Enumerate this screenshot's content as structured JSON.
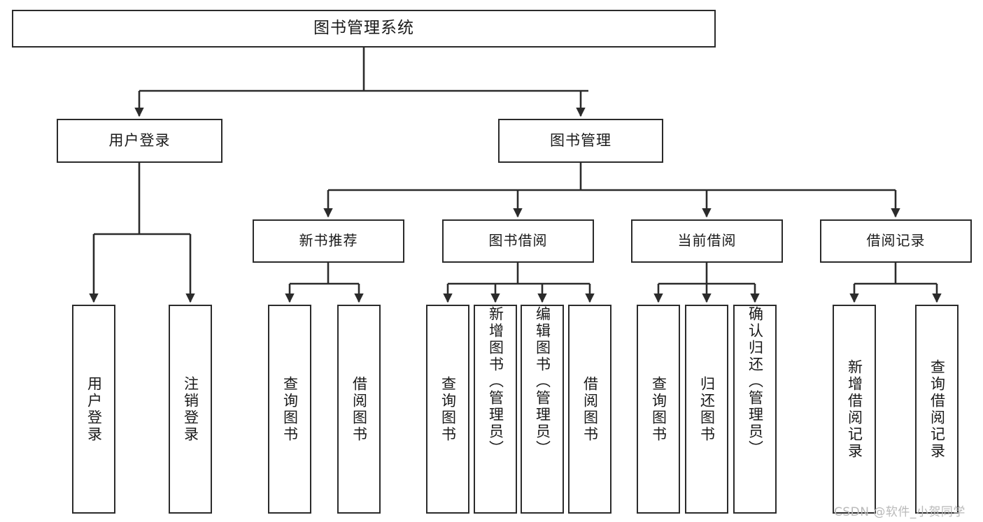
{
  "diagram": {
    "title_node": {
      "label": "图书管理系统"
    },
    "level2": [
      {
        "id": "user-login",
        "label": "用户登录"
      },
      {
        "id": "book-management",
        "label": "图书管理"
      }
    ],
    "level3": [
      {
        "id": "new-book-recommend",
        "label": "新书推荐"
      },
      {
        "id": "book-borrow",
        "label": "图书借阅"
      },
      {
        "id": "current-borrow",
        "label": "当前借阅"
      },
      {
        "id": "borrow-record",
        "label": "借阅记录"
      }
    ],
    "leaves": [
      {
        "id": "leaf-user-login",
        "label": "用户登录",
        "parent": "user-login"
      },
      {
        "id": "leaf-logout-login",
        "label": "注销登录",
        "parent": "user-login"
      },
      {
        "id": "leaf-query-book-1",
        "label": "查询图书",
        "parent": "new-book-recommend"
      },
      {
        "id": "leaf-borrow-book-1",
        "label": "借阅图书",
        "parent": "new-book-recommend"
      },
      {
        "id": "leaf-query-book-2",
        "label": "查询图书",
        "parent": "book-borrow"
      },
      {
        "id": "leaf-add-book",
        "label": "新增图书（管理员）",
        "parent": "book-borrow"
      },
      {
        "id": "leaf-edit-book",
        "label": "编辑图书（管理员）",
        "parent": "book-borrow"
      },
      {
        "id": "leaf-borrow-book-2",
        "label": "借阅图书",
        "parent": "book-borrow"
      },
      {
        "id": "leaf-query-book-3",
        "label": "查询图书",
        "parent": "current-borrow"
      },
      {
        "id": "leaf-return-book",
        "label": "归还图书",
        "parent": "current-borrow"
      },
      {
        "id": "leaf-confirm-return",
        "label": "确认归还（管理员）",
        "parent": "current-borrow"
      },
      {
        "id": "leaf-add-record",
        "label": "新增借阅记录",
        "parent": "borrow-record"
      },
      {
        "id": "leaf-query-record",
        "label": "查询借阅记录",
        "parent": "borrow-record"
      }
    ]
  },
  "watermark": {
    "text": "CSDN @软件_小贺同学"
  },
  "colors": {
    "stroke": "#2b2b2b",
    "background": "#ffffff",
    "text": "#1a1a1a",
    "watermark": "#b9b9b9"
  }
}
